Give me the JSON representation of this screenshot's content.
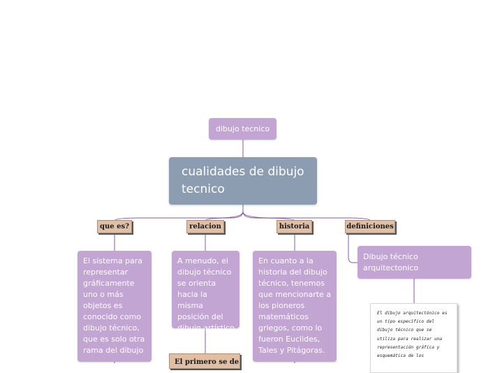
{
  "diagram": {
    "root": "dibujo  tecnico",
    "main": "cualidades de dibujo tecnico",
    "branches": [
      {
        "tag": "que es?",
        "text": "El sistema para representar gráficamente uno o más objetos es conocido como dibujo técnico, que es solo otra rama del dibujo"
      },
      {
        "tag": "relacion",
        "text": "A menudo, el dibujo técnico se orienta hacia la misma posición del dibujo artístico"
      },
      {
        "tag": "historia",
        "text": "En cuanto a la historia del dibujo técnico, tenemos que mencionarte a los pioneros matemáticos griegos, como lo fueron Euclides, Tales y Pitágoras."
      },
      {
        "tag": "definiciones",
        "subtopic": "Dibujo técnico arquitectonico",
        "note": "El dibujo arquitectónico es un tipo específico del dibujo técnico que se utiliza para realizar una representación gráfica y esquemática de los"
      }
    ],
    "partial_label": "El primero se de"
  },
  "colors": {
    "lilac": "#c3a5d4",
    "slate": "#8d9db1",
    "tan": "#e1bfa5",
    "connector": "#8a5aa0"
  }
}
